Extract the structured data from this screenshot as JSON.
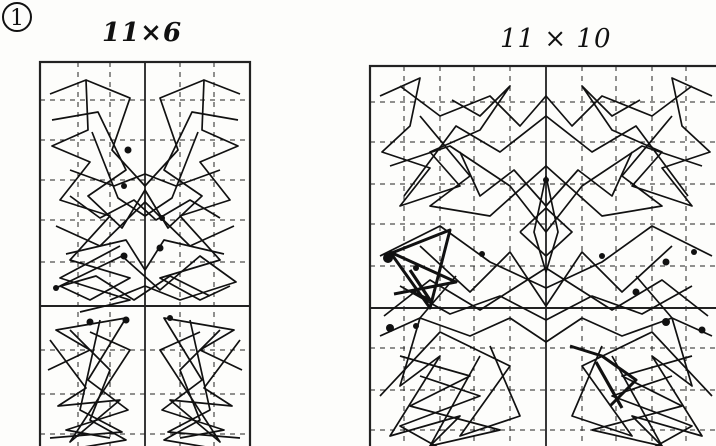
{
  "figure_number": "1",
  "left_sketch": {
    "label": "11×6"
  },
  "right_sketch": {
    "label": "11 × 10"
  },
  "colors": {
    "ink": "#111111",
    "grid": "#333333",
    "paper": "#fdfdfb"
  },
  "icon": "circled-digit-one"
}
